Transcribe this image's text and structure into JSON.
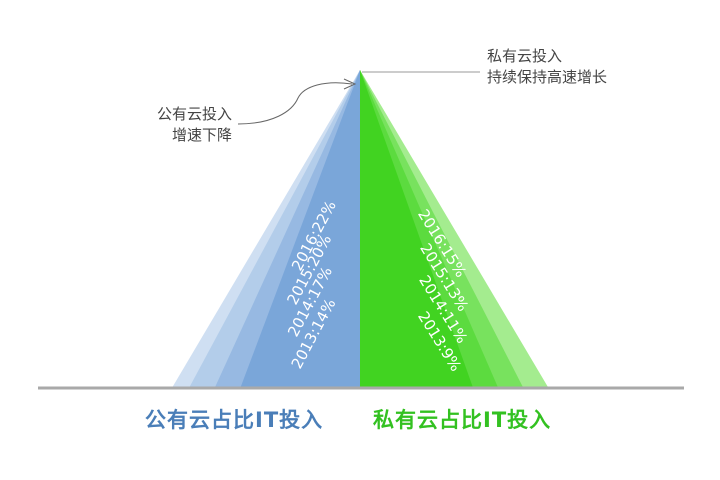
{
  "annotations": {
    "public_line1": "公有云投入",
    "public_line2": "增速下降",
    "private_line1": "私有云投入",
    "private_line2": "持续保持高速增长"
  },
  "colors": {
    "public": [
      "#7aa6d9",
      "#97b9e2",
      "#b3cdea",
      "#cfdff2"
    ],
    "private": [
      "#41d321",
      "#5cdb3f",
      "#78e25e",
      "#a4ec8f"
    ],
    "baseline": "#a9a9a9",
    "public_title": "#4a7eb8",
    "private_title": "#33c121",
    "label_text": "#ffffff"
  },
  "chart_data": {
    "type": "bar",
    "description_style": "mirrored triangles",
    "categories": [
      "2013",
      "2014",
      "2015",
      "2016"
    ],
    "series": [
      {
        "name": "公有云占比IT投入",
        "values": [
          14,
          17,
          20,
          22
        ],
        "labels": [
          "2013:14%",
          "2014:17%",
          "2015:20%",
          "2016:22%"
        ]
      },
      {
        "name": "私有云占比IT投入",
        "values": [
          9,
          11,
          13,
          15
        ],
        "labels": [
          "2013:9%",
          "2014:11%",
          "2015:13%",
          "2016:15%"
        ]
      }
    ]
  }
}
